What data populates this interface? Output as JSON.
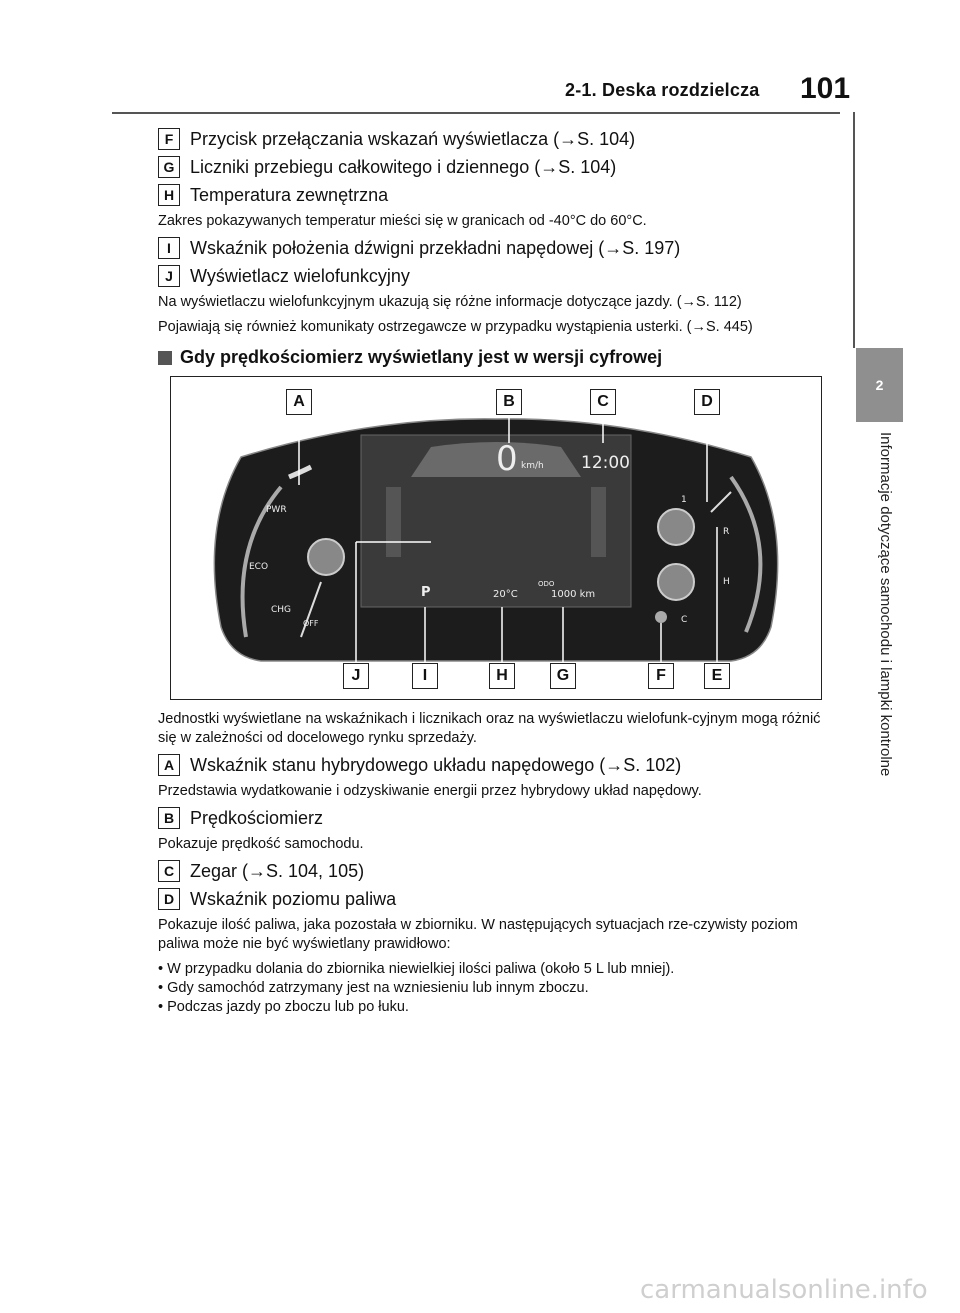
{
  "header": {
    "section": "2-1. Deska rozdzielcza",
    "page": "101"
  },
  "chapter": {
    "number": "2",
    "title": "Informacje dotyczące samochodu i lampki kontrolne"
  },
  "items_top": [
    {
      "key": "F",
      "text": "Przycisk przełączania wskazań wyświetlacza (→S. 104)"
    },
    {
      "key": "G",
      "text": "Liczniki przebiegu całkowitego i dziennego (→S. 104)"
    },
    {
      "key": "H",
      "text": "Temperatura zewnętrzna"
    }
  ],
  "note_h": "Zakres pokazywanych temperatur mieści się w granicach od -40°C do 60°C.",
  "items_mid": [
    {
      "key": "I",
      "text": "Wskaźnik położenia dźwigni przekładni napędowej (→S. 197)"
    },
    {
      "key": "J",
      "text": "Wyświetlacz wielofunkcyjny"
    }
  ],
  "note_j1": "Na wyświetlaczu wielofunkcyjnym ukazują się różne informacje dotyczące jazdy. (→S. 112)",
  "note_j2": "Pojawiają się również komunikaty ostrzegawcze w przypadku wystąpienia usterki. (→S. 445)",
  "section_heading": "Gdy prędkościomierz wyświetlany jest w wersji cyfrowej",
  "figure": {
    "callouts_top": [
      "A",
      "B",
      "C",
      "D"
    ],
    "callouts_bottom": [
      "J",
      "I",
      "H",
      "G",
      "F",
      "E"
    ],
    "speed": "0",
    "speed_unit": "km/h",
    "clock": "12:00",
    "gear": "P",
    "temp": "20",
    "temp_unit": "°C",
    "odo_label": "ODO",
    "odo_value": "1000",
    "odo_unit": "km",
    "left_gauge": [
      "PWR",
      "ECO",
      "CHG",
      "OFF"
    ],
    "right_gauge": [
      "1",
      "R",
      "H",
      "C"
    ]
  },
  "note_units": "Jednostki wyświetlane na wskaźnikach i licznikach oraz na wyświetlaczu wielofunk-cyjnym mogą różnić się w zależności od docelowego rynku sprzedaży.",
  "item_a": {
    "key": "A",
    "text": "Wskaźnik stanu hybrydowego układu napędowego (→S. 102)"
  },
  "note_a": "Przedstawia wydatkowanie i odzyskiwanie energii przez hybrydowy układ napędowy.",
  "item_b": {
    "key": "B",
    "text": "Prędkościomierz"
  },
  "note_b": "Pokazuje prędkość samochodu.",
  "item_c": {
    "key": "C",
    "text": "Zegar (→S. 104, 105)"
  },
  "item_d": {
    "key": "D",
    "text": "Wskaźnik poziomu paliwa"
  },
  "note_d": "Pokazuje ilość paliwa, jaka pozostała w zbiorniku. W następujących sytuacjach rze-czywisty poziom paliwa może nie być wyświetlany prawidłowo:",
  "bullets_d": [
    "W przypadku dolania do zbiornika niewielkiej ilości paliwa (około 5 L lub mniej).",
    "Gdy samochód zatrzymany jest na wzniesieniu lub innym zboczu.",
    "Podczas jazdy po zboczu lub po łuku."
  ],
  "watermark": "carmanualsonline.info"
}
